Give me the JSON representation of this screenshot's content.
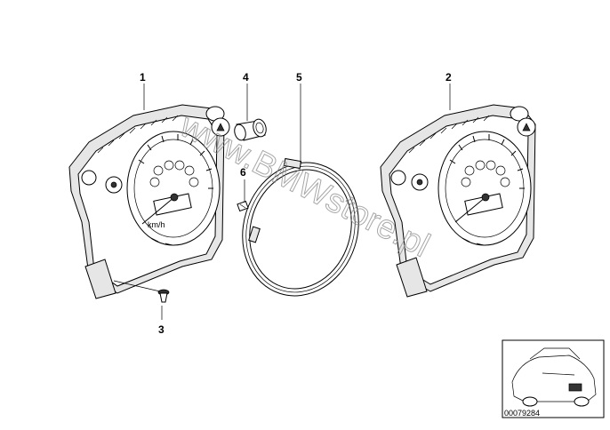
{
  "callouts": {
    "c1": "1",
    "c2": "2",
    "c3": "3",
    "c4": "4",
    "c5": "5",
    "c6": "6"
  },
  "watermark": "www.BMWstore.pl",
  "reference_number": "00079284"
}
